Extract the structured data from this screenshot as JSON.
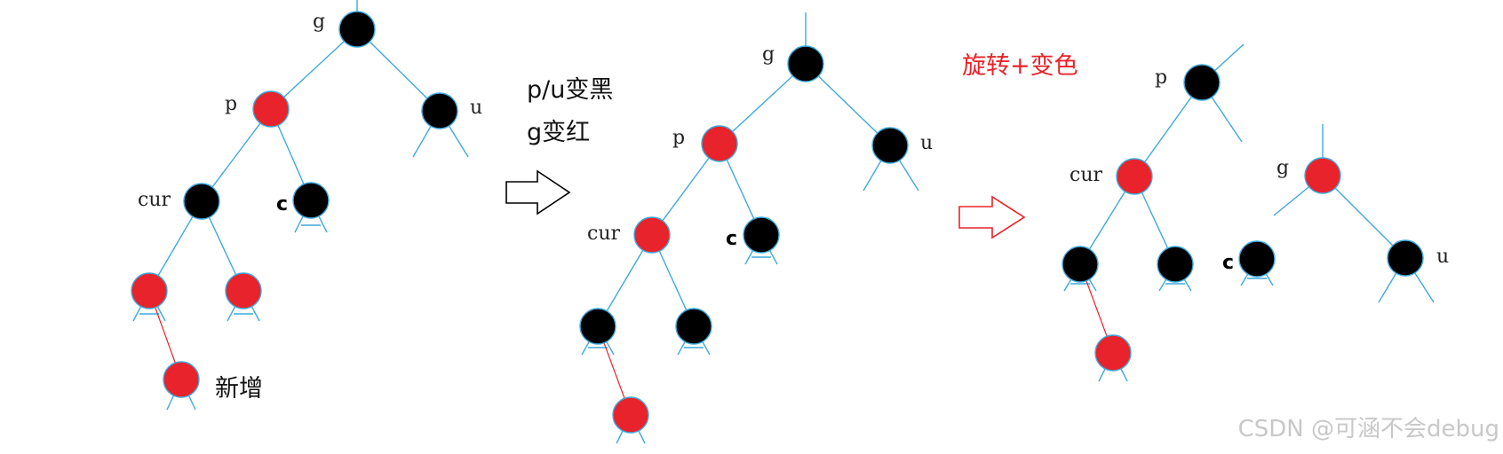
{
  "trees": {
    "before": {
      "g": "g",
      "p": "p",
      "u": "u",
      "cur": "cur",
      "c": "c",
      "new_node": "新增"
    },
    "recolored": {
      "g": "g",
      "p": "p",
      "u": "u",
      "cur": "cur",
      "c": "c"
    },
    "rotated": {
      "p": "p",
      "cur": "cur",
      "g": "g",
      "c": "c",
      "u": "u"
    }
  },
  "steps": {
    "recolor_line1": "p/u变黑",
    "recolor_line2": "g变红",
    "rotate": "旋转+变色"
  },
  "watermark": "CSDN @可涵不会debug",
  "colors": {
    "red_node": "#e8232b",
    "black_node": "#000000",
    "edge": "#3fa9dc",
    "red_text": "#e8232b"
  }
}
